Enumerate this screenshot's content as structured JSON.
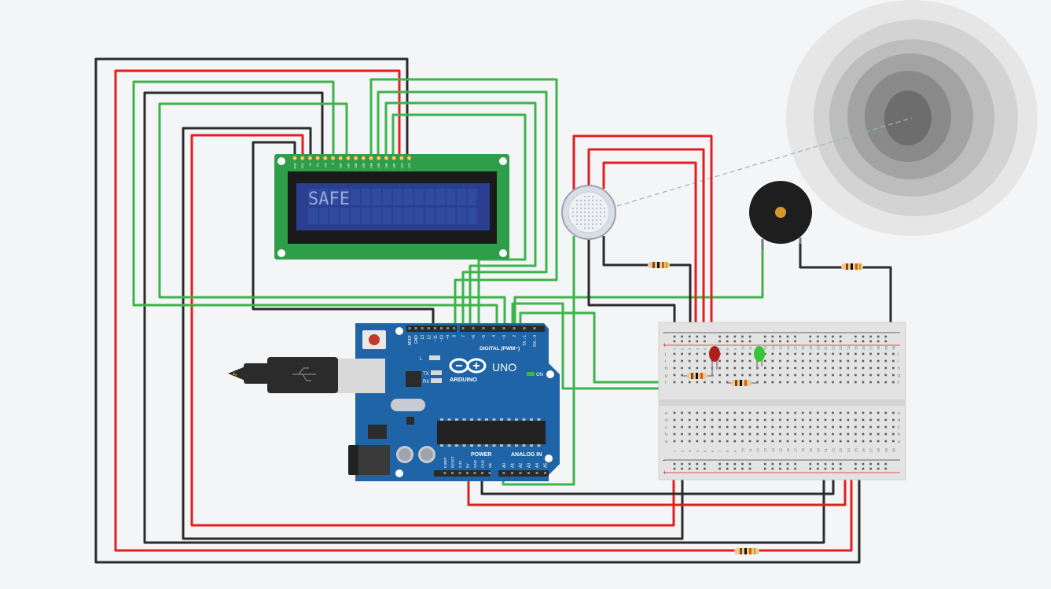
{
  "lcd": {
    "display_text": "SAFE",
    "pin_labels": [
      "GND",
      "VCC",
      "V0",
      "RS",
      "RW",
      "E",
      "DB0",
      "DB1",
      "DB2",
      "DB3",
      "DB4",
      "DB5",
      "DB6",
      "DB7",
      "LED",
      "LED"
    ]
  },
  "arduino": {
    "board_name": "UNO",
    "brand": "ARDUINO",
    "digital_label": "DIGITAL (PWM~)",
    "power_label": "POWER",
    "analog_label": "ANALOG IN",
    "on_label": "ON",
    "l_label": "L",
    "tx_label": "TX",
    "rx_label": "RX",
    "top_pins": [
      "AREF",
      "GND",
      "13",
      "12",
      "~11",
      "~10",
      "~9",
      "8",
      "7",
      "~6",
      "~5",
      "4",
      "~3",
      "2",
      "TX→1",
      "RX←0"
    ],
    "power_pins": [
      "IOREF",
      "RESET",
      "3.3V",
      "5V",
      "GND",
      "GND",
      "Vin"
    ],
    "analog_pins": [
      "A0",
      "A1",
      "A2",
      "A3",
      "A4",
      "A5"
    ]
  },
  "breadboard": {
    "row_letters_top": [
      "j",
      "i",
      "h",
      "g",
      "f"
    ],
    "row_letters_bottom": [
      "e",
      "d",
      "c",
      "b",
      "a"
    ],
    "column_numbers": [
      "1",
      "2",
      "3",
      "4",
      "5",
      "6",
      "7",
      "8",
      "9",
      "10",
      "11",
      "12",
      "13",
      "14",
      "15",
      "16",
      "17",
      "18",
      "19",
      "20",
      "21",
      "22",
      "23",
      "24",
      "25",
      "26",
      "27",
      "28",
      "29",
      "30"
    ],
    "rail_minus": "-",
    "rail_plus": "+"
  },
  "colors": {
    "wire_green": "#3cb44b",
    "wire_red": "#e02020",
    "wire_black": "#2b2b2b",
    "board_blue": "#1f64a6",
    "lcd_green": "#2e9e4b",
    "lcd_screen": "#2a3f8f",
    "lcd_text": "#9aa9d8"
  },
  "icons": {
    "smoke": "smoke-cloud-icon",
    "usb": "usb-symbol-icon"
  }
}
